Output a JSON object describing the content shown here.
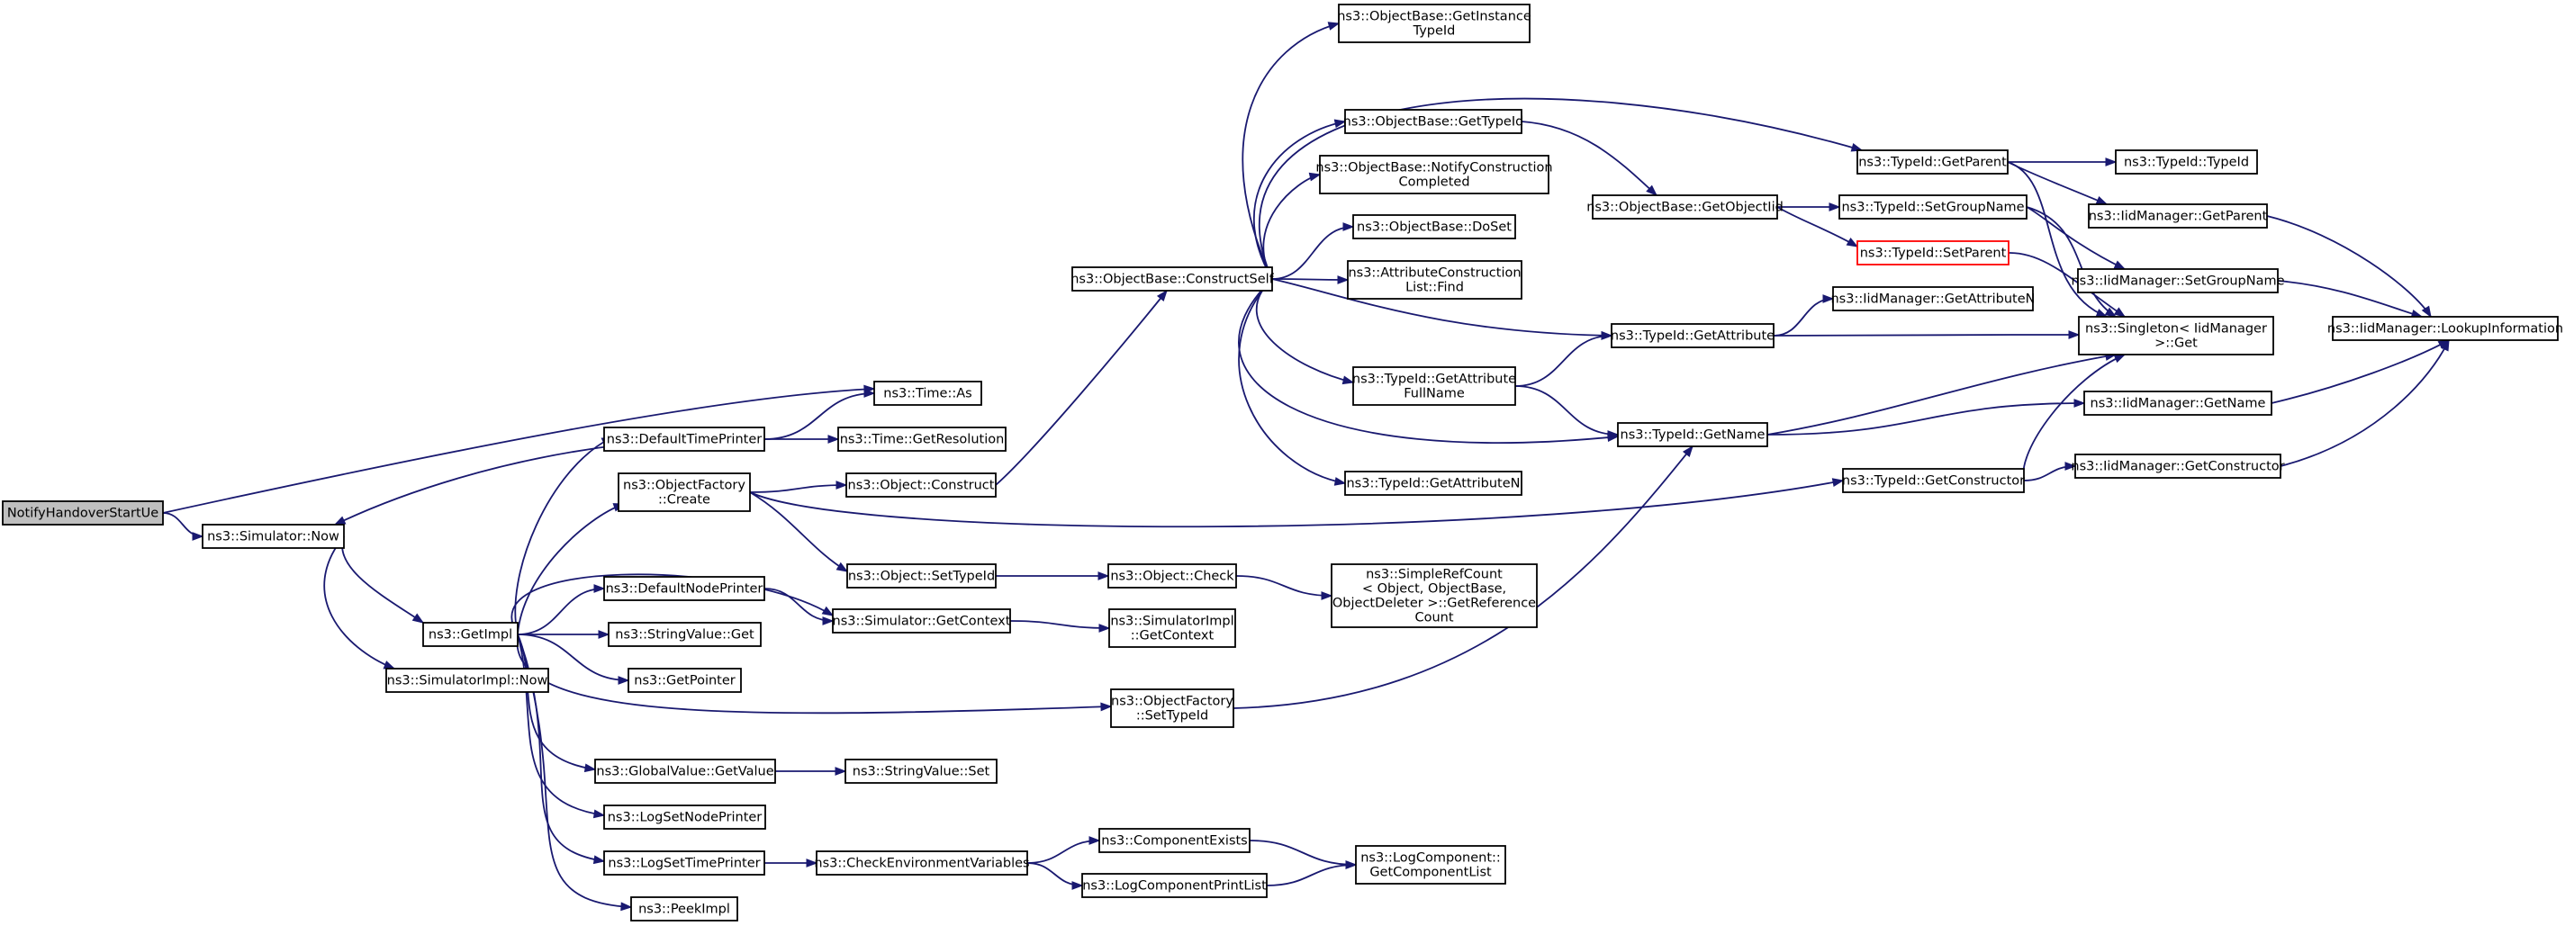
{
  "nodes": [
    {
      "id": "n0",
      "lines": [
        "NotifyHandoverStartUe"
      ],
      "kind": "root"
    },
    {
      "id": "n1",
      "lines": [
        "ns3::Time::As"
      ]
    },
    {
      "id": "n2",
      "lines": [
        "ns3::Simulator::Now"
      ]
    },
    {
      "id": "n3",
      "lines": [
        "ns3::GetImpl"
      ]
    },
    {
      "id": "n4",
      "lines": [
        "ns3::SimulatorImpl::Now"
      ]
    },
    {
      "id": "n5",
      "lines": [
        "ns3::DefaultTimePrinter"
      ]
    },
    {
      "id": "n6",
      "lines": [
        "ns3::ObjectFactory",
        "::Create"
      ]
    },
    {
      "id": "n7",
      "lines": [
        "ns3::DefaultNodePrinter"
      ]
    },
    {
      "id": "n8",
      "lines": [
        "ns3::StringValue::Get"
      ]
    },
    {
      "id": "n9",
      "lines": [
        "ns3::GetPointer"
      ]
    },
    {
      "id": "n10",
      "lines": [
        "ns3::GlobalValue::GetValue"
      ]
    },
    {
      "id": "n11",
      "lines": [
        "ns3::LogSetNodePrinter"
      ]
    },
    {
      "id": "n12",
      "lines": [
        "ns3::LogSetTimePrinter"
      ]
    },
    {
      "id": "n13",
      "lines": [
        "ns3::PeekImpl"
      ]
    },
    {
      "id": "n14",
      "lines": [
        "ns3::Time::GetResolution"
      ]
    },
    {
      "id": "n15",
      "lines": [
        "ns3::Object::Construct"
      ]
    },
    {
      "id": "n16",
      "lines": [
        "ns3::Object::SetTypeId"
      ]
    },
    {
      "id": "n17",
      "lines": [
        "ns3::Simulator::GetContext"
      ]
    },
    {
      "id": "n18",
      "lines": [
        "ns3::StringValue::Set"
      ]
    },
    {
      "id": "n19",
      "lines": [
        "ns3::CheckEnvironmentVariables"
      ]
    },
    {
      "id": "n20",
      "lines": [
        "ns3::ObjectBase::ConstructSelf"
      ]
    },
    {
      "id": "n21",
      "lines": [
        "ns3::Object::Check"
      ]
    },
    {
      "id": "n22",
      "lines": [
        "ns3::SimulatorImpl",
        "::GetContext"
      ]
    },
    {
      "id": "n23",
      "lines": [
        "ns3::ObjectFactory",
        "::SetTypeId"
      ]
    },
    {
      "id": "n24",
      "lines": [
        "ns3::ComponentExists"
      ]
    },
    {
      "id": "n25",
      "lines": [
        "ns3::LogComponentPrintList"
      ]
    },
    {
      "id": "n26",
      "lines": [
        "ns3::ObjectBase::GetInstance",
        "TypeId"
      ]
    },
    {
      "id": "n27",
      "lines": [
        "ns3::ObjectBase::GetTypeId"
      ]
    },
    {
      "id": "n28",
      "lines": [
        "ns3::ObjectBase::NotifyConstruction",
        "Completed"
      ]
    },
    {
      "id": "n29",
      "lines": [
        "ns3::ObjectBase::DoSet"
      ]
    },
    {
      "id": "n30",
      "lines": [
        "ns3::AttributeConstruction",
        "List::Find"
      ]
    },
    {
      "id": "n31",
      "lines": [
        "ns3::TypeId::GetAttribute",
        "FullName"
      ]
    },
    {
      "id": "n32",
      "lines": [
        "ns3::TypeId::GetAttributeN"
      ]
    },
    {
      "id": "n33",
      "lines": [
        "ns3::SimpleRefCount",
        "< Object, ObjectBase,",
        "ObjectDeleter >::GetReference",
        "Count"
      ]
    },
    {
      "id": "n34",
      "lines": [
        "ns3::LogComponent::",
        "GetComponentList"
      ]
    },
    {
      "id": "n35",
      "lines": [
        "ns3::ObjectBase::GetObjectIid"
      ]
    },
    {
      "id": "n36",
      "lines": [
        "ns3::TypeId::GetAttribute"
      ]
    },
    {
      "id": "n37",
      "lines": [
        "ns3::TypeId::GetName"
      ]
    },
    {
      "id": "n38",
      "lines": [
        "ns3::TypeId::GetParent"
      ]
    },
    {
      "id": "n39",
      "lines": [
        "ns3::TypeId::SetGroupName"
      ]
    },
    {
      "id": "n40",
      "lines": [
        "ns3::TypeId::SetParent"
      ],
      "kind": "red"
    },
    {
      "id": "n41",
      "lines": [
        "ns3::IidManager::GetAttributeN"
      ]
    },
    {
      "id": "n42",
      "lines": [
        "ns3::TypeId::GetConstructor"
      ]
    },
    {
      "id": "n43",
      "lines": [
        "ns3::TypeId::TypeId"
      ]
    },
    {
      "id": "n44",
      "lines": [
        "ns3::IidManager::GetParent"
      ]
    },
    {
      "id": "n45",
      "lines": [
        "ns3::Singleton< IidManager",
        ">::Get"
      ]
    },
    {
      "id": "n46",
      "lines": [
        "ns3::IidManager::SetGroupName"
      ]
    },
    {
      "id": "n47",
      "lines": [
        "ns3::IidManager::GetName"
      ]
    },
    {
      "id": "n48",
      "lines": [
        "ns3::IidManager::GetConstructor"
      ]
    },
    {
      "id": "n49",
      "lines": [
        "ns3::IidManager::LookupInformation"
      ]
    }
  ],
  "edges": [
    [
      "n0",
      "n1"
    ],
    [
      "n0",
      "n2"
    ],
    [
      "n2",
      "n3"
    ],
    [
      "n2",
      "n4"
    ],
    [
      "n3",
      "n5"
    ],
    [
      "n3",
      "n6"
    ],
    [
      "n3",
      "n7"
    ],
    [
      "n3",
      "n8"
    ],
    [
      "n3",
      "n9"
    ],
    [
      "n3",
      "n10"
    ],
    [
      "n3",
      "n11"
    ],
    [
      "n3",
      "n12"
    ],
    [
      "n3",
      "n13"
    ],
    [
      "n3",
      "n17"
    ],
    [
      "n3",
      "n23"
    ],
    [
      "n5",
      "n2"
    ],
    [
      "n5",
      "n1"
    ],
    [
      "n5",
      "n14"
    ],
    [
      "n6",
      "n15"
    ],
    [
      "n6",
      "n16"
    ],
    [
      "n6",
      "n42"
    ],
    [
      "n7",
      "n17"
    ],
    [
      "n10",
      "n18"
    ],
    [
      "n12",
      "n19"
    ],
    [
      "n15",
      "n20"
    ],
    [
      "n16",
      "n21"
    ],
    [
      "n17",
      "n22"
    ],
    [
      "n19",
      "n24"
    ],
    [
      "n19",
      "n25"
    ],
    [
      "n20",
      "n26"
    ],
    [
      "n20",
      "n27"
    ],
    [
      "n20",
      "n28"
    ],
    [
      "n20",
      "n29"
    ],
    [
      "n20",
      "n30"
    ],
    [
      "n20",
      "n31"
    ],
    [
      "n20",
      "n32"
    ],
    [
      "n20",
      "n36"
    ],
    [
      "n20",
      "n37"
    ],
    [
      "n20",
      "n38"
    ],
    [
      "n21",
      "n33"
    ],
    [
      "n23",
      "n37"
    ],
    [
      "n24",
      "n34"
    ],
    [
      "n25",
      "n34"
    ],
    [
      "n27",
      "n35"
    ],
    [
      "n35",
      "n39"
    ],
    [
      "n35",
      "n40"
    ],
    [
      "n31",
      "n36"
    ],
    [
      "n31",
      "n37"
    ],
    [
      "n36",
      "n41"
    ],
    [
      "n36",
      "n45"
    ],
    [
      "n37",
      "n45"
    ],
    [
      "n37",
      "n47"
    ],
    [
      "n38",
      "n43"
    ],
    [
      "n38",
      "n44"
    ],
    [
      "n38",
      "n45"
    ],
    [
      "n39",
      "n45"
    ],
    [
      "n39",
      "n46"
    ],
    [
      "n40",
      "n45"
    ],
    [
      "n42",
      "n45"
    ],
    [
      "n42",
      "n48"
    ],
    [
      "n44",
      "n49"
    ],
    [
      "n46",
      "n49"
    ],
    [
      "n47",
      "n49"
    ],
    [
      "n48",
      "n49"
    ]
  ]
}
